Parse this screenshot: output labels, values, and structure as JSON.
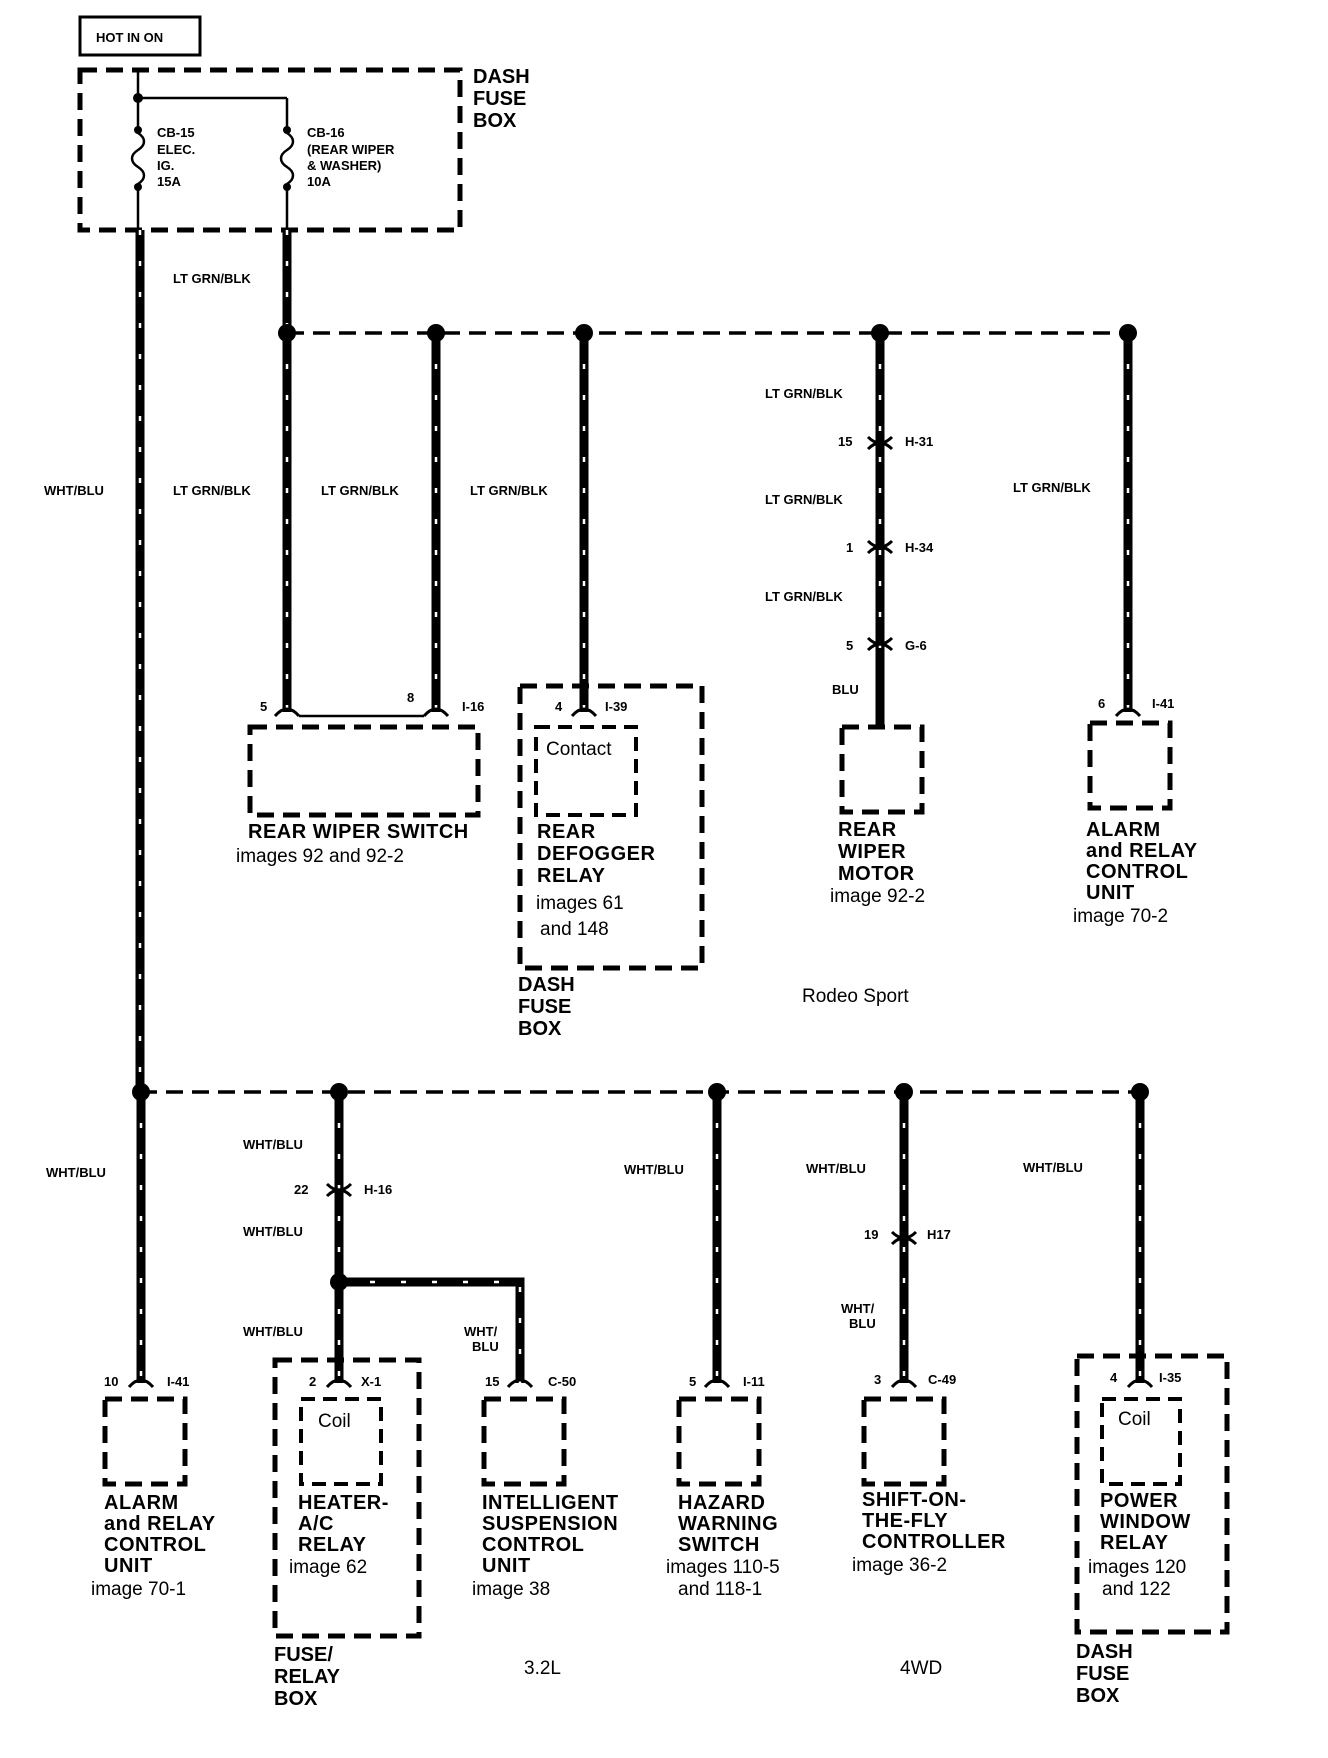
{
  "header": {
    "hot_label": "HOT IN ON"
  },
  "dash_fuse_box": {
    "title": "DASH FUSE BOX",
    "cb15": {
      "lines": [
        "CB-15",
        "ELEC.",
        "IG.",
        "15A"
      ]
    },
    "cb16": {
      "lines": [
        "CB-16",
        "(REAR WIPER",
        "& WASHER)",
        "10A"
      ]
    }
  },
  "wires": {
    "cb16_out": "LT GRN/BLK",
    "main_feed": "WHT/BLU",
    "rear_wiper_switch_pin5": "LT GRN/BLK",
    "rear_wiper_switch_pin8": "LT GRN/BLK",
    "rear_defogger": "LT GRN/BLK",
    "rear_wiper_motor_1": "LT GRN/BLK",
    "rear_wiper_motor_2": "LT GRN/BLK",
    "rear_wiper_motor_3": "LT GRN/BLK",
    "rear_wiper_motor_4": "BLU",
    "alarm_top": "LT GRN/BLK",
    "alarm_bottom": "WHT/BLU",
    "heater_1": "WHT/BLU",
    "heater_2": "WHT/BLU",
    "heater_3": "WHT/BLU",
    "suspension": "WHT/ BLU",
    "hazard": "WHT/BLU",
    "shift_1": "WHT/BLU",
    "shift_2": "WHT/ BLU",
    "power_window": "WHT/BLU"
  },
  "connectors": {
    "h31": {
      "pin": "15",
      "id": "H-31"
    },
    "h34": {
      "pin": "1",
      "id": "H-34"
    },
    "g6": {
      "pin": "5",
      "id": "G-6"
    },
    "h16": {
      "pin": "22",
      "id": "H-16"
    },
    "h17": {
      "pin": "19",
      "id": "H17"
    }
  },
  "components_top": [
    {
      "key": "rear_wiper_switch",
      "pins": [
        "5",
        "8"
      ],
      "connector": "I-16",
      "name_lines": [
        "REAR WIPER SWITCH"
      ],
      "ref_lines": [
        "images 92 and 92-2"
      ]
    },
    {
      "key": "rear_defogger_relay",
      "pins": [
        "4"
      ],
      "connector": "I-39",
      "inner": "Contact",
      "name_lines": [
        "REAR",
        "DEFOGGER",
        "RELAY"
      ],
      "ref_lines": [
        "images 61",
        "and 148"
      ],
      "location": [
        "DASH",
        "FUSE",
        "BOX"
      ]
    },
    {
      "key": "rear_wiper_motor",
      "name_lines": [
        "REAR",
        "WIPER",
        "MOTOR"
      ],
      "ref_lines": [
        "image 92-2"
      ]
    },
    {
      "key": "alarm_relay_top",
      "pins": [
        "6"
      ],
      "connector": "I-41",
      "name_lines": [
        "ALARM",
        "and RELAY",
        "CONTROL",
        "UNIT"
      ],
      "ref_lines": [
        "image 70-2"
      ]
    }
  ],
  "components_bottom": [
    {
      "key": "alarm_relay_bottom",
      "pins": [
        "10"
      ],
      "connector": "I-41",
      "name_lines": [
        "ALARM",
        "and RELAY",
        "CONTROL",
        "UNIT"
      ],
      "ref_lines": [
        "image 70-1"
      ]
    },
    {
      "key": "heater_ac_relay",
      "pins": [
        "2"
      ],
      "connector": "X-1",
      "inner": "Coil",
      "name_lines": [
        "HEATER-",
        "A/C",
        "RELAY"
      ],
      "ref_lines": [
        "image 62"
      ],
      "location": [
        "FUSE/",
        "RELAY",
        "BOX"
      ]
    },
    {
      "key": "suspension_unit",
      "pins": [
        "15"
      ],
      "connector": "C-50",
      "name_lines": [
        "INTELLIGENT",
        "SUSPENSION",
        "CONTROL",
        "UNIT"
      ],
      "ref_lines": [
        "image 38"
      ]
    },
    {
      "key": "hazard_switch",
      "pins": [
        "5"
      ],
      "connector": "I-11",
      "name_lines": [
        "HAZARD",
        "WARNING",
        "SWITCH"
      ],
      "ref_lines": [
        "images 110-5",
        "and 118-1"
      ]
    },
    {
      "key": "shift_controller",
      "pins": [
        "3"
      ],
      "connector": "C-49",
      "name_lines": [
        "SHIFT-ON-",
        "THE-FLY",
        "CONTROLLER"
      ],
      "ref_lines": [
        "image 36-2"
      ]
    },
    {
      "key": "power_window_relay",
      "pins": [
        "4"
      ],
      "connector": "I-35",
      "inner": "Coil",
      "name_lines": [
        "POWER",
        "WINDOW",
        "RELAY"
      ],
      "ref_lines": [
        "images 120",
        "and 122"
      ],
      "location": [
        "DASH",
        "FUSE",
        "BOX"
      ]
    }
  ],
  "notes": {
    "rodeo_sport": "Rodeo Sport",
    "engine": "3.2L",
    "drive": "4WD"
  }
}
